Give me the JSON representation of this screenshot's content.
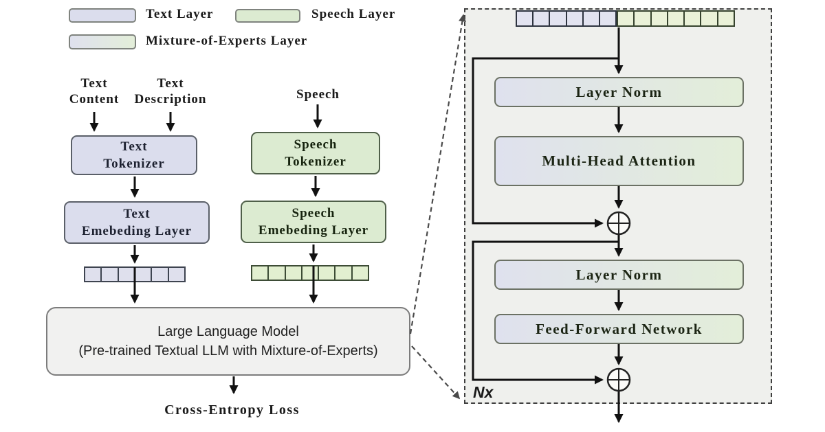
{
  "legend": {
    "items": [
      {
        "label": "Text Layer",
        "swatch": "text-layer-swatch"
      },
      {
        "label": "Speech Layer",
        "swatch": "speech-layer-swatch"
      },
      {
        "label": "Mixture-of-Experts Layer",
        "swatch": "moe-layer-swatch"
      }
    ]
  },
  "nodes": {
    "text_input1": {
      "line1": "Text",
      "line2": "Content"
    },
    "text_input2": {
      "line1": "Text",
      "line2": "Description"
    },
    "speech_input": {
      "label": "Speech"
    },
    "text_tokenizer": {
      "line1": "Text",
      "line2": "Tokenizer"
    },
    "speech_tokenizer": {
      "line1": "Speech",
      "line2": "Tokenizer"
    },
    "text_embedding": {
      "line1": "Text",
      "line2": "Emebeding Layer"
    },
    "speech_embedding": {
      "line1": "Speech",
      "line2": "Emebeding Layer"
    },
    "llm": {
      "line1": "Large Language Model",
      "line2": "(Pre-trained Textual LLM with Mixture-of-Experts)"
    },
    "loss": {
      "label": "Cross-Entropy Loss"
    }
  },
  "panel": {
    "layer_norm_1": "Layer Norm",
    "multi_head_attention": "Multi-Head Attention",
    "layer_norm_2": "Layer Norm",
    "feed_forward": "Feed-Forward Network",
    "repeat_label": "Nx"
  },
  "strips": {
    "text_cells": 6,
    "speech_cells": 7,
    "panel_text_cells": 6,
    "panel_speech_cells": 7
  },
  "colors": {
    "text_layer": "#dbdded",
    "speech_layer": "#dcebd1",
    "moe_from": "#dfe1ee",
    "moe_to": "#e3eed9",
    "panel_bg": "#eff0ed",
    "llm_fill": "#f1f1f0"
  }
}
